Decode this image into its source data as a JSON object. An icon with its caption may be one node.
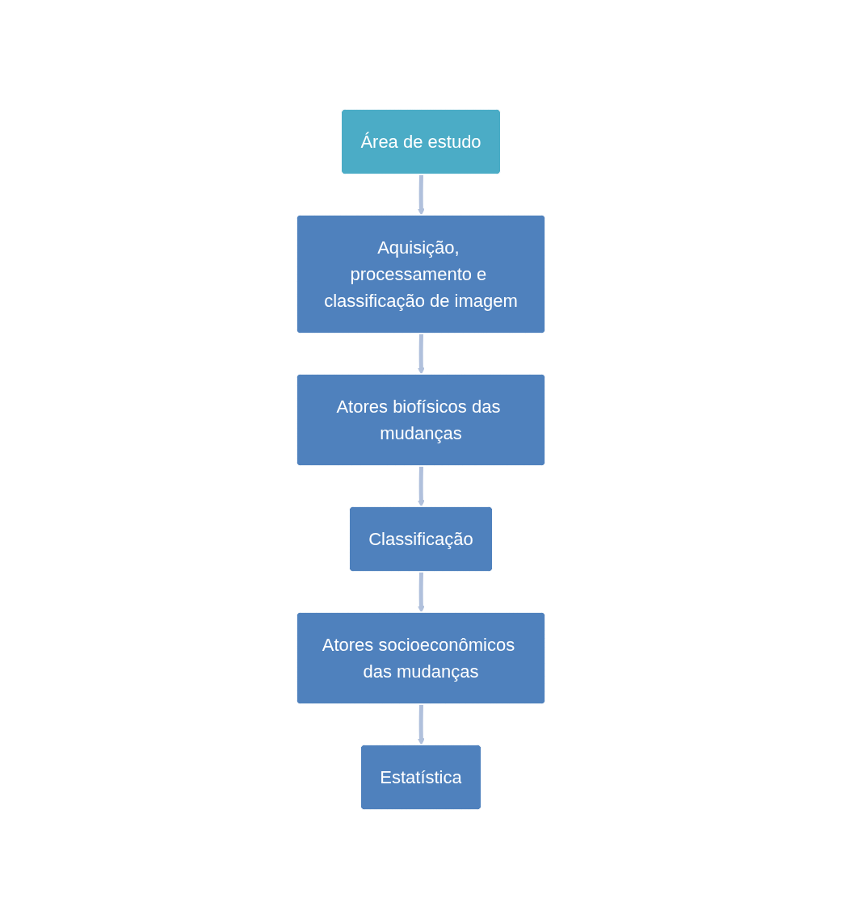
{
  "diagram": {
    "nodes": [
      {
        "text": [
          "Área de estudo"
        ]
      },
      {
        "text": [
          "Aquisição, processamento e classificação de imagem"
        ]
      },
      {
        "text": [
          "Atores biofísicos das mudanças"
        ]
      },
      {
        "text": [
          "Classificação"
        ]
      },
      {
        "text": [
          "Atores socioeconômicos das mudanças"
        ]
      },
      {
        "text": [
          "Estatística"
        ]
      }
    ],
    "edges": [
      {
        "from": 0,
        "to": 1,
        "arrow": "to"
      },
      {
        "from": 1,
        "to": 2,
        "arrow": "to"
      },
      {
        "from": 2,
        "to": 3,
        "arrow": "to"
      },
      {
        "from": 3,
        "to": 4,
        "arrow": "to"
      },
      {
        "from": 4,
        "to": 5,
        "arrow": "to"
      }
    ]
  }
}
